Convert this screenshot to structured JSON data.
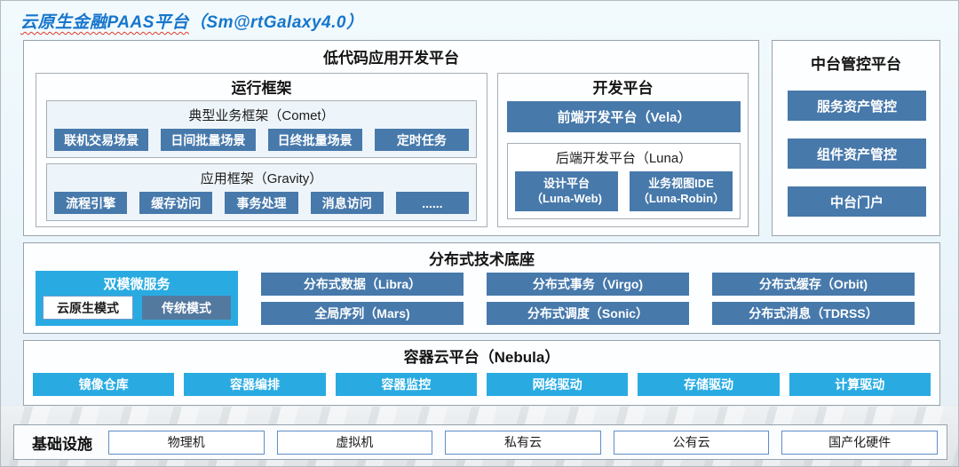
{
  "title": {
    "main": "云原生金融PAAS平台",
    "suffix": "（Sm@rtGalaxy4.0）"
  },
  "low_code": {
    "title": "低代码应用开发平台",
    "runtime": {
      "title": "运行框架",
      "comet": {
        "title": "典型业务框架（Comet）",
        "items": [
          "联机交易场景",
          "日间批量场景",
          "日终批量场景",
          "定时任务"
        ]
      },
      "gravity": {
        "title": "应用框架（Gravity）",
        "items": [
          "流程引擎",
          "缓存访问",
          "事务处理",
          "消息访问",
          "......"
        ]
      }
    },
    "dev": {
      "title": "开发平台",
      "vela": "前端开发平台（Vela）",
      "luna": {
        "title": "后端开发平台（Luna）",
        "items": [
          {
            "line1": "设计平台",
            "line2": "（Luna-Web)"
          },
          {
            "line1": "业务视图IDE",
            "line2": "（Luna-Robin）"
          }
        ]
      }
    }
  },
  "mid_platform": {
    "title": "中台管控平台",
    "items": [
      "服务资产管控",
      "组件资产管控",
      "中台门户"
    ]
  },
  "distributed": {
    "title": "分布式技术底座",
    "dual_mode": {
      "title": "双模微服务",
      "modes": [
        "云原生模式",
        "传统模式"
      ]
    },
    "row1": [
      "分布式数据（Libra）",
      "分布式事务（Virgo)",
      "分布式缓存（Orbit)"
    ],
    "row2": [
      "全局序列（Mars)",
      "分布式调度（Sonic）",
      "分布式消息（TDRSS）"
    ]
  },
  "container_cloud": {
    "title": "容器云平台（Nebula）",
    "items": [
      "镜像仓库",
      "容器编排",
      "容器监控",
      "网络驱动",
      "存储驱动",
      "计算驱动"
    ]
  },
  "infrastructure": {
    "title": "基础设施",
    "items": [
      "物理机",
      "虚拟机",
      "私有云",
      "公有云",
      "国产化硬件"
    ]
  },
  "colors": {
    "accent_steel_blue": "#4779ab",
    "accent_cyan": "#29abe2",
    "title_blue": "#1776cc",
    "traditional_mode_blue": "#54799f"
  }
}
